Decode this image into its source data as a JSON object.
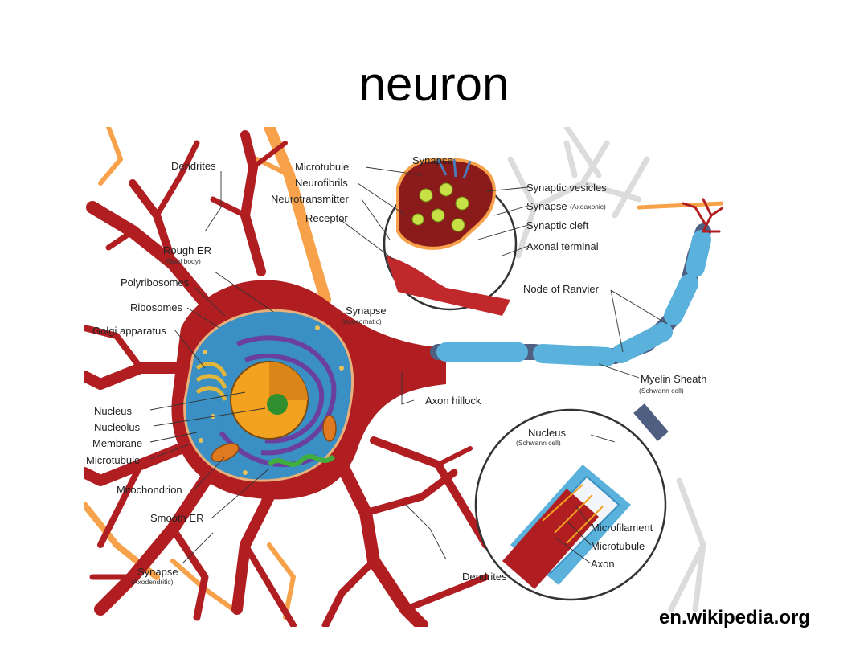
{
  "slide": {
    "title": "neuron",
    "source": "en.wikipedia.org"
  },
  "labels": {
    "dendrites_top": "Dendrites",
    "rough_er": "Rough ER",
    "rough_er_sub": "(Nissl body)",
    "polyribosomes": "Polyribosomes",
    "ribosomes": "Ribosomes",
    "golgi": "Golgi apparatus",
    "nucleus": "Nucleus",
    "nucleolus": "Nucleolus",
    "membrane": "Membrane",
    "microtubule": "Microtubule",
    "mitochondrion": "Mitochondrion",
    "smooth_er": "Smooth ER",
    "synapse_axodendritic": "Synapse",
    "synapse_axodendritic_sub": "(Axodendritic)",
    "synapse_axosomatic": "Synapse",
    "synapse_axosomatic_sub": "(Axosomatic)",
    "axon_hillock": "Axon hillock",
    "dendrites_bottom": "Dendrites",
    "node_of_ranvier": "Node of Ranvier",
    "myelin_sheath": "Myelin Sheath",
    "myelin_sheath_sub": "(Schwann cell)",
    "inset_top": {
      "microtubule": "Microtubule",
      "neurofibrils": "Neurofibrils",
      "neurotransmitter": "Neurotransmitter",
      "receptor": "Receptor",
      "synapse": "Synapse",
      "synaptic_vesicles": "Synaptic vesicles",
      "synapse_axoaxonic": "Synapse",
      "synapse_axoaxonic_sub": "(Axoaxonic)",
      "synaptic_cleft": "Synaptic cleft",
      "axonal_terminal": "Axonal terminal"
    },
    "inset_bottom": {
      "nucleus": "Nucleus",
      "nucleus_sub": "(Schwann cell)",
      "microfilament": "Microfilament",
      "microtubule": "Microtubule",
      "axon": "Axon"
    }
  },
  "colors": {
    "neuron_body": "#b01e22",
    "cytoplasm": "#3a8fc4",
    "nucleus": "#f2a21f",
    "nucleolus": "#2f8f2f",
    "golgi_er": "#6a3fa0",
    "myelin": "#5ab2dc",
    "axon_core": "#4f5f82",
    "dendrite_orange": "#f7a24b"
  }
}
